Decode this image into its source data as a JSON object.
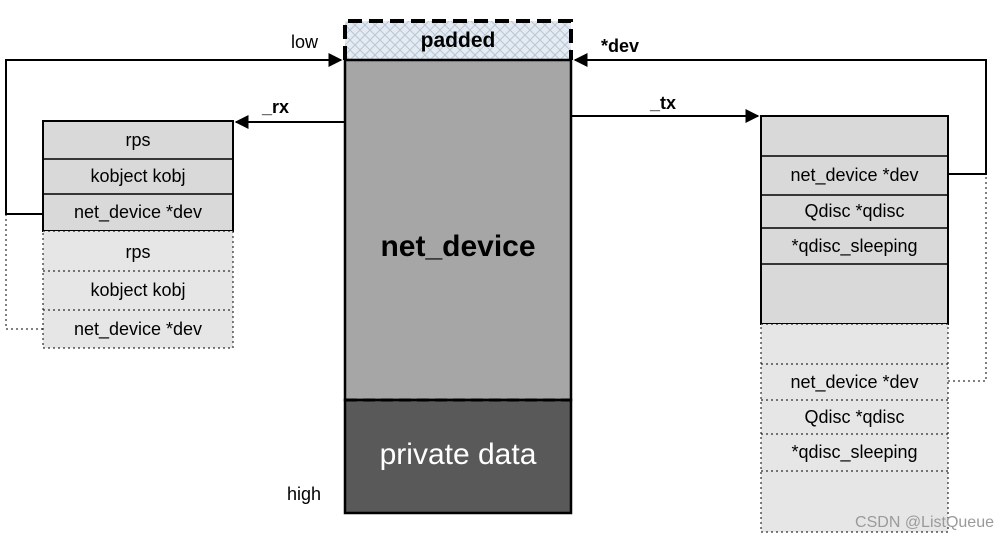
{
  "labels": {
    "low": "low",
    "high": "high",
    "padded": "padded",
    "dev_ptr": "*dev",
    "rx": "_rx",
    "tx": "_tx",
    "net_device": "net_device",
    "private_data": "private data"
  },
  "rx_queue": {
    "entries": [
      {
        "cells": [
          "rps",
          "kobject kobj",
          "net_device *dev"
        ]
      },
      {
        "cells": [
          "rps",
          "kobject kobj",
          "net_device *dev"
        ]
      }
    ]
  },
  "tx_queue": {
    "entries": [
      {
        "cells": [
          "net_device *dev",
          "Qdisc *qdisc",
          "*qdisc_sleeping"
        ]
      },
      {
        "cells": [
          "net_device *dev",
          "Qdisc *qdisc",
          "*qdisc_sleeping"
        ]
      }
    ]
  },
  "watermark": "CSDN @ListQueue",
  "colors": {
    "net_device_fill": "#a6a6a6",
    "private_data_fill": "#595959",
    "queue_fill": "#d9d9d9",
    "padded_fill": "#dfe6ee"
  }
}
